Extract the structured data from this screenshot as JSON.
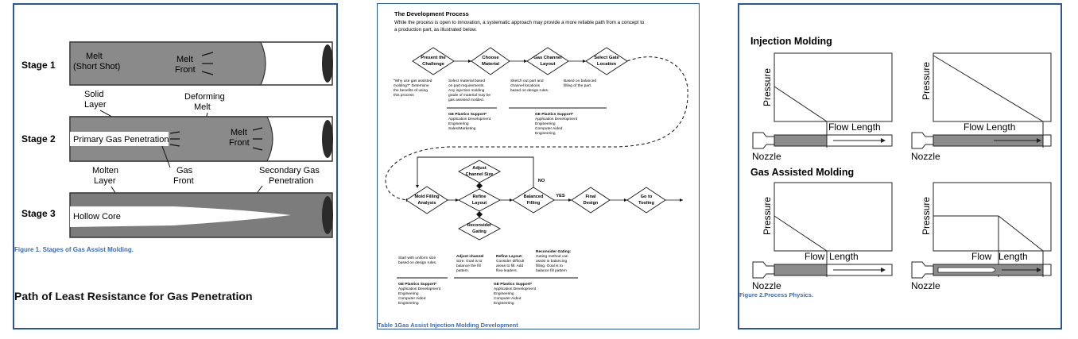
{
  "panel1": {
    "stages": [
      "Stage 1",
      "Stage 2",
      "Stage 3"
    ],
    "melt_short_shot": [
      "Melt",
      "(Short Shot)"
    ],
    "melt_front": [
      "Melt",
      "Front"
    ],
    "solid_layer": [
      "Solid",
      "Layer"
    ],
    "deforming_melt": [
      "Deforming",
      "Melt"
    ],
    "primary_gas": "Primary Gas Penetration",
    "melt_front2": [
      "Melt",
      "Front"
    ],
    "molten_layer": [
      "Molten",
      "Layer"
    ],
    "gas_front": [
      "Gas",
      "Front"
    ],
    "secondary_gas": [
      "Secondary Gas",
      "Penetration"
    ],
    "hollow_core": "Hollow Core",
    "caption": "Figure 1. Stages of Gas Assist Molding.",
    "heading": "Path of Least Resistance for Gas Penetration"
  },
  "panel2": {
    "title": "The Development Process",
    "intro": [
      "While the process is open to innovation, a systematic approach may provide a more reliable path from a concept to",
      "a production part, as illustrated below."
    ],
    "top_nodes": [
      [
        "Present the",
        "Challenge"
      ],
      [
        "Choose",
        "Material"
      ],
      [
        "Gas Channel",
        "Layout"
      ],
      [
        "Select Gate",
        "Location"
      ]
    ],
    "top_desc": [
      [
        "\"Why use gas assisted",
        "molding?\" Determine",
        "the benefits of using",
        "this process"
      ],
      [
        "Select material based",
        "on part requirements.",
        "Any injection molding",
        "grade of material may be",
        "gas assisted molded."
      ],
      [
        "Sketch out part and",
        "channel locations",
        "based on design rules."
      ],
      [
        "Based on balanced",
        "filling of the part."
      ]
    ],
    "support_top_left": [
      "GE Plastics Support*",
      "Application Development",
      "Engineering",
      "Sales/Marketing"
    ],
    "support_top_right": [
      "GE Plastics Support*",
      "Application Development",
      "Engineering",
      "Computer Aided",
      "Engineering"
    ],
    "node_adjust": [
      "Adjust",
      "Channel Size"
    ],
    "node_mold": [
      "Mold Filling",
      "Analysis"
    ],
    "node_refine": [
      "Refine",
      "Layout"
    ],
    "node_balanced": [
      "Balanced",
      "Filling"
    ],
    "node_final": [
      "Final",
      "Design"
    ],
    "node_tooling": [
      "Go to",
      "Tooling"
    ],
    "node_reconsider": [
      "Reconsider",
      "Gating"
    ],
    "label_no": "NO",
    "label_yes": "YES",
    "bottom_desc_left": [
      "Start with uniform size",
      "based on design rules."
    ],
    "adjust_desc": [
      "Adjust channel",
      "Size: Goal is to",
      "balance the fill",
      "pattern."
    ],
    "refine_desc": [
      "Refine Layout:",
      "Consider difficult",
      "areas to fill. Add",
      "flow leaders."
    ],
    "reconsider_desc": [
      "Reconsider Gating:",
      "Gating method can",
      "assist in balancing",
      "filling. Goal is to",
      "balance fill pattern"
    ],
    "support_bot_left": [
      "GE Plastics Support*",
      "Application Development",
      "Engineering",
      "Computer Aided",
      "Engineering"
    ],
    "support_bot_right": [
      "GE Plastics Support*",
      "Application Development",
      "Engineering",
      "Computer Aided",
      "Engineering"
    ],
    "caption": "Table 1Gas Assist Injection Molding Development"
  },
  "panel3": {
    "title_injection": "Injection Molding",
    "title_gas": "Gas Assisted Molding",
    "pressure": "Pressure",
    "flow_length": "Flow Length",
    "flow": "Flow",
    "length": "Length",
    "nozzle": "Nozzle",
    "caption": "Figure 2.Process Physics."
  }
}
